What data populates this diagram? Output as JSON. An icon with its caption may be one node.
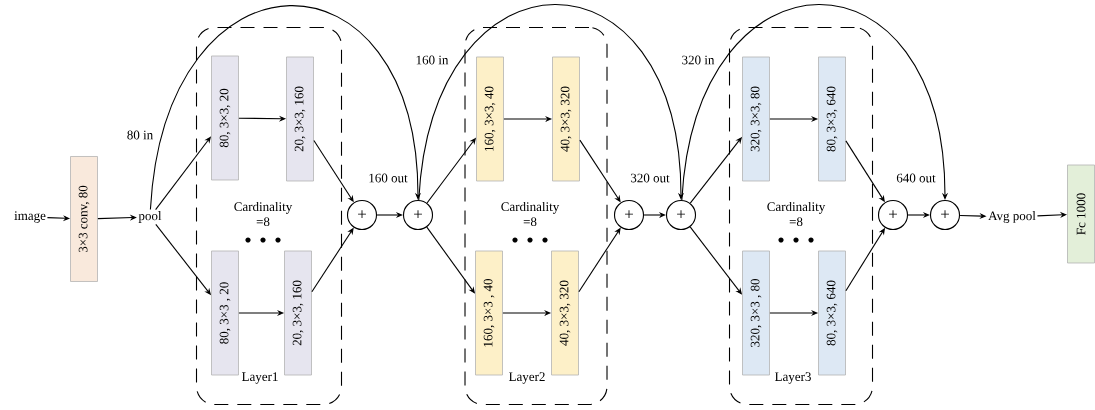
{
  "diagram": {
    "nodes": [
      {
        "text": [
          "image"
        ]
      },
      {
        "text": [
          "3×3 conv, 80"
        ]
      },
      {
        "text": [
          "pool"
        ]
      },
      {
        "text": [
          "Cardinality =8",
          "Layer1"
        ]
      },
      {
        "text": [
          "80, 3×3, 20"
        ],
        "in": 3
      },
      {
        "text": [
          "20, 3×3, 160"
        ],
        "in": 3
      },
      {
        "text": [
          "80, 3×3 , 20"
        ],
        "in": 3
      },
      {
        "text": [
          "20, 3×3, 160"
        ],
        "in": 3
      },
      {
        "text": [
          "+"
        ]
      },
      {
        "text": [
          "+"
        ],
        "beside": [
          "160 out"
        ]
      },
      {
        "text": [
          "Cardinality =8",
          "Layer2"
        ]
      },
      {
        "text": [
          "160, 3×3, 40"
        ],
        "in": 10
      },
      {
        "text": [
          "40, 3×3, 320"
        ],
        "in": 10
      },
      {
        "text": [
          "160, 3×3 , 40"
        ],
        "in": 10
      },
      {
        "text": [
          "40, 3×3, 320"
        ],
        "in": 10
      },
      {
        "text": [
          "+"
        ]
      },
      {
        "text": [
          "+"
        ],
        "beside": [
          "320 out"
        ]
      },
      {
        "text": [
          "Cardinality =8",
          "Layer3"
        ]
      },
      {
        "text": [
          "320, 3×3, 80"
        ],
        "in": 17
      },
      {
        "text": [
          "80, 3×3, 640"
        ],
        "in": 17
      },
      {
        "text": [
          "320, 3×3 , 80"
        ],
        "in": 17
      },
      {
        "text": [
          "80, 3×3, 640"
        ],
        "in": 17
      },
      {
        "text": [
          "+"
        ]
      },
      {
        "text": [
          "+"
        ],
        "beside": [
          "640 out"
        ]
      },
      {
        "text": [
          "Avg pool"
        ]
      },
      {
        "text": [
          "Fc 1000"
        ]
      }
    ],
    "edges": [
      {
        "from": 0,
        "to": 1,
        "arrow": "to"
      },
      {
        "from": 1,
        "to": 2,
        "arrow": "to"
      },
      {
        "from": 2,
        "to": 4,
        "arrow": "to"
      },
      {
        "from": 2,
        "to": 6,
        "arrow": "to"
      },
      {
        "from": 4,
        "to": 5,
        "arrow": "to"
      },
      {
        "from": 6,
        "to": 7,
        "arrow": "to"
      },
      {
        "from": 5,
        "to": 8,
        "arrow": "to"
      },
      {
        "from": 7,
        "to": 8,
        "arrow": "to"
      },
      {
        "from": 8,
        "to": 9,
        "arrow": "to"
      },
      {
        "from": 2,
        "to": 9,
        "arrow": "to",
        "label": "80 in"
      },
      {
        "from": 9,
        "to": 11,
        "arrow": "to"
      },
      {
        "from": 9,
        "to": 13,
        "arrow": "to"
      },
      {
        "from": 11,
        "to": 12,
        "arrow": "to"
      },
      {
        "from": 13,
        "to": 14,
        "arrow": "to"
      },
      {
        "from": 12,
        "to": 15,
        "arrow": "to"
      },
      {
        "from": 14,
        "to": 15,
        "arrow": "to"
      },
      {
        "from": 15,
        "to": 16,
        "arrow": "to"
      },
      {
        "from": 9,
        "to": 16,
        "arrow": "to",
        "label": "160 in"
      },
      {
        "from": 16,
        "to": 18,
        "arrow": "to"
      },
      {
        "from": 16,
        "to": 20,
        "arrow": "to"
      },
      {
        "from": 18,
        "to": 19,
        "arrow": "to"
      },
      {
        "from": 20,
        "to": 21,
        "arrow": "to"
      },
      {
        "from": 19,
        "to": 22,
        "arrow": "to"
      },
      {
        "from": 21,
        "to": 22,
        "arrow": "to"
      },
      {
        "from": 22,
        "to": 23,
        "arrow": "to"
      },
      {
        "from": 16,
        "to": 23,
        "arrow": "to",
        "label": "320 in"
      },
      {
        "from": 23,
        "to": 24,
        "arrow": "to"
      },
      {
        "from": 24,
        "to": 25,
        "arrow": "to"
      }
    ]
  }
}
